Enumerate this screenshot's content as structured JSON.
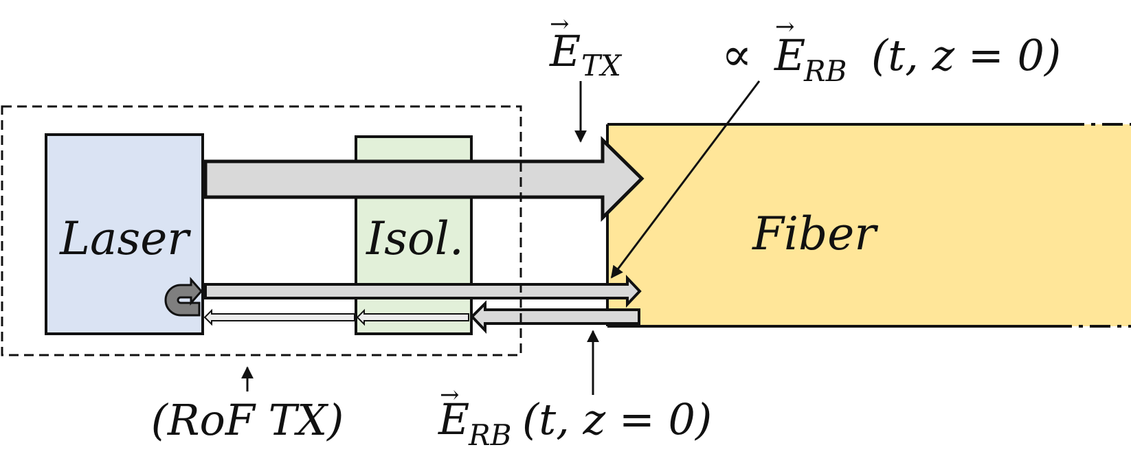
{
  "blocks": {
    "laser": "Laser",
    "isolator": "Isol.",
    "fiber": "Fiber"
  },
  "labels": {
    "e_tx_symbol": "E",
    "e_tx_subscript": "TX",
    "proportional_symbol": "∝",
    "e_rb_symbol": "E",
    "e_rb_subscript": "RB",
    "e_rb_args": "(t, z = 0)",
    "rof_tx": "(RoF TX)"
  },
  "colors": {
    "laser_fill": "#dae3f3",
    "isolator_fill": "#e2f0d9",
    "fiber_fill": "#ffe699",
    "arrow_fill": "#d9d9d9",
    "feedback_arrow_fill": "#7f7f7f"
  }
}
